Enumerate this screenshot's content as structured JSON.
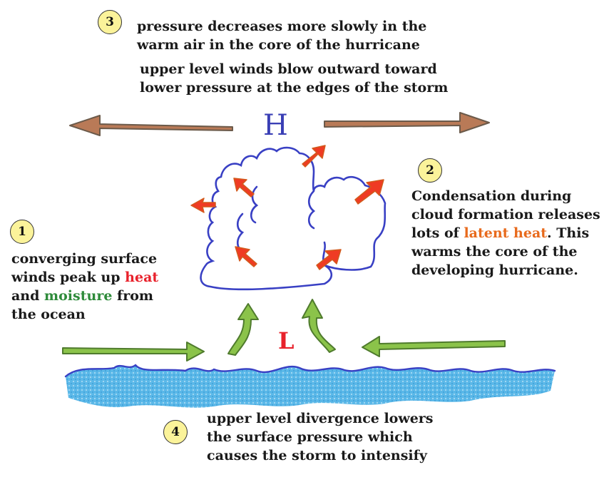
{
  "title_region": {
    "step3_number": "3",
    "step3_line1": "pressure decreases more slowly in the",
    "step3_line2": "warm air in the core of the hurricane",
    "upper_line1": "upper level winds blow outward toward",
    "upper_line2": "lower pressure at the edges of the storm"
  },
  "high_label": "H",
  "low_label": "L",
  "step1": {
    "number": "1",
    "line1": "converging surface",
    "line2_pre": "winds peak up ",
    "line2_heat": "heat",
    "line3_pre": "and ",
    "line3_moisture": "moisture",
    "line3_post": " from",
    "line4": "the ocean"
  },
  "step2": {
    "number": "2",
    "line1": "Condensation during",
    "line2": "cloud formation releases",
    "line3_pre": "lots of ",
    "line3_latent": "latent heat",
    "line3_post": ".  This",
    "line4": "warms the core of the",
    "line5": "developing hurricane."
  },
  "step4": {
    "number": "4",
    "line1": "upper level divergence lowers",
    "line2": "the surface pressure which",
    "line3": "causes the storm to intensify"
  },
  "colors": {
    "heat": "#e8212b",
    "moisture": "#2e8b3a",
    "latent_heat": "#e86a1c",
    "high": "#3a3fb5",
    "low": "#e8212b",
    "cloud_outline": "#3940c4",
    "upper_arrows": "#b97a57",
    "surface_arrows": "#8bc34a",
    "heat_arrows": "#ef3b24",
    "ocean": "#3fa9e0",
    "badge_fill": "#fbf39a"
  },
  "icons": [
    "outflow-arrow-left",
    "outflow-arrow-right",
    "rising-heat-arrow",
    "inflow-arrow",
    "updraft-arrow",
    "cloud",
    "ocean-waves"
  ]
}
